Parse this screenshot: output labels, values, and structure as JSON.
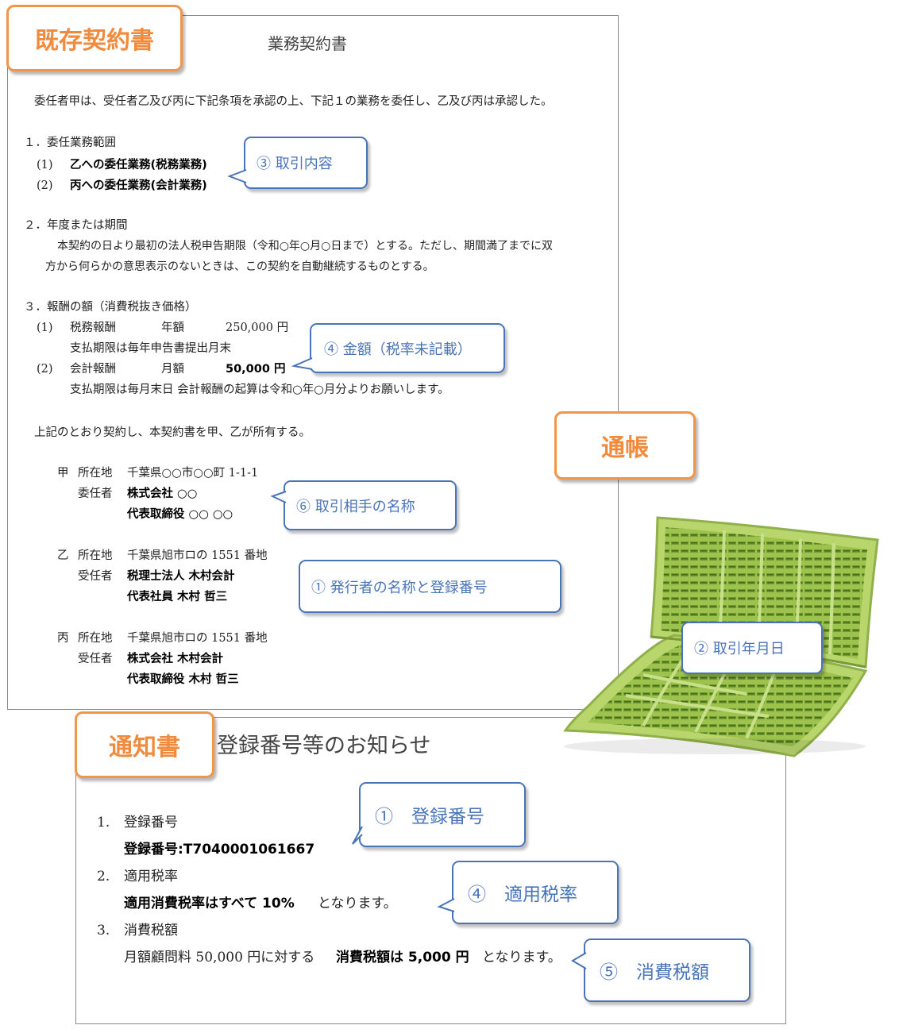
{
  "tags": {
    "existing_contract": "既存契約書",
    "passbook": "通帳",
    "notice": "通知書"
  },
  "contract": {
    "title": "業務契約書",
    "intro": "委任者甲は、受任者乙及び丙に下記条項を承認の上、下記１の業務を委任し、乙及び丙は承認した。",
    "s1_head": "１．委任業務範囲",
    "s1_item1_no": "(1)",
    "s1_item1": "乙への委任業務(税務業務)",
    "s1_item2_no": "(2)",
    "s1_item2": "丙への委任業務(会計業務)",
    "s2_head": "２．年度または期間",
    "s2_line1": "本契約の日より最初の法人税申告期限（令和○年○月○日まで）とする。ただし、期間満了までに双",
    "s2_line2": "方から何らかの意思表示のないときは、この契約を自動継続するものとする。",
    "s3_head": "３．報酬の額（消費税抜き価格）",
    "s3_item1_no": "(1)",
    "s3_item1_name": "税務報酬",
    "s3_item1_period": "年額",
    "s3_item1_amount": "250,000 円",
    "s3_item1_note": "支払期限は毎年申告書提出月末",
    "s3_item2_no": "(2)",
    "s3_item2_name": "会計報酬",
    "s3_item2_period": "月額",
    "s3_item2_amount": "50,000 円",
    "s3_item2_note": "支払期限は毎月末日 会計報酬の起算は令和○年○月分よりお願いします。",
    "closing": "上記のとおり契約し、本契約書を甲、乙が所有する。",
    "party_a_label": "甲",
    "party_a_addr_label": "所在地",
    "party_a_addr": "千葉県○○市○○町 1-1-1",
    "party_a_role": "委任者",
    "party_a_name": "株式会社 ○○",
    "party_a_rep": "代表取締役 ○○ ○○",
    "party_b_label": "乙",
    "party_b_addr_label": "所在地",
    "party_b_addr": "千葉県旭市ロの 1551 番地",
    "party_b_role": "受任者",
    "party_b_name": "税理士法人 木村会計",
    "party_b_rep": "代表社員 木村 哲三",
    "party_c_label": "丙",
    "party_c_addr_label": "所在地",
    "party_c_addr": "千葉県旭市ロの 1551 番地",
    "party_c_role": "受任者",
    "party_c_name": "株式会社 木村会計",
    "party_c_rep": "代表取締役 木村 哲三"
  },
  "notice": {
    "title": "登録番号等のお知らせ",
    "item1_no": "1.",
    "item1_head": "登録番号",
    "item1_body": "登録番号:T7040001061667",
    "item2_no": "2.",
    "item2_head": "適用税率",
    "item2_body_bold": "適用消費税率はすべて 10%",
    "item2_body_rest": "となります。",
    "item3_no": "3.",
    "item3_head": "消費税額",
    "item3_body_pre": "月額顧問料 50,000 円に対する",
    "item3_body_bold": "消費税額は 5,000 円",
    "item3_body_rest": "となります。"
  },
  "callouts": {
    "c3": "③ 取引内容",
    "c4a": "④ 金額（税率未記載）",
    "c6": "⑥ 取引相手の名称",
    "c1a": "① 発行者の名称と登録番号",
    "c2": "② 取引年月日",
    "c1b": "①　登録番号",
    "c4b": "④　適用税率",
    "c5": "⑤　消費税額"
  },
  "colors": {
    "tag_orange": "#f0964a",
    "callout_blue": "#4a74b8",
    "passbook_green": "#a9c95a"
  }
}
